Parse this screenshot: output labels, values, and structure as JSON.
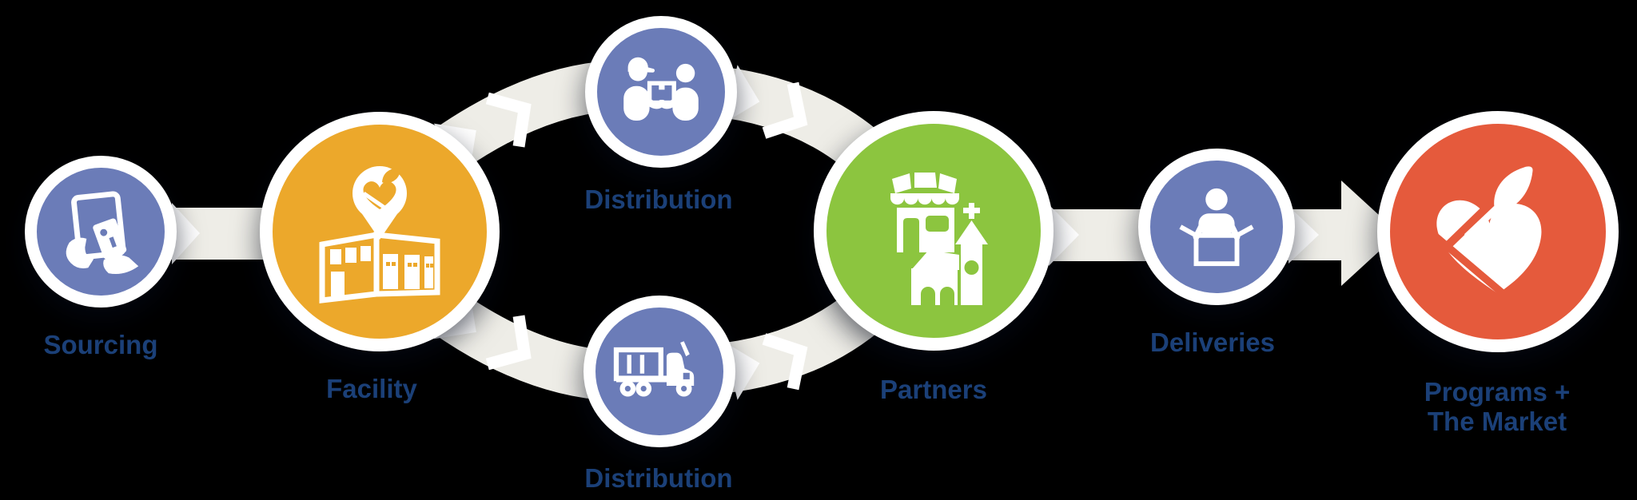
{
  "colors": {
    "background": "#000000",
    "band": "#eeede7",
    "arrow_white": "#ffffff",
    "label_text": "#1b4078",
    "node_blue": "#6b7cb8",
    "node_yellow": "#eca82b",
    "node_green": "#8cc53f",
    "node_red": "#e55a3c"
  },
  "nodes": [
    {
      "id": "sourcing",
      "label": "Sourcing",
      "color": "#6b7cb8",
      "icon": "tablet-payment-icon"
    },
    {
      "id": "facility",
      "label": "Facility",
      "color": "#eca82b",
      "icon": "warehouse-location-pin-icon"
    },
    {
      "id": "distribution-top",
      "label": "Distribution",
      "color": "#6b7cb8",
      "icon": "box-handoff-icon"
    },
    {
      "id": "distribution-bottom",
      "label": "Distribution",
      "color": "#6b7cb8",
      "icon": "semi-truck-icon"
    },
    {
      "id": "partners",
      "label": "Partners",
      "color": "#8cc53f",
      "icon": "store-and-church-icon"
    },
    {
      "id": "deliveries",
      "label": "Deliveries",
      "color": "#6b7cb8",
      "icon": "person-packing-box-icon"
    },
    {
      "id": "programs",
      "label_line1": "Programs +",
      "label_line2": "The Market",
      "color": "#e55a3c",
      "icon": "heart-apple-icon"
    }
  ]
}
